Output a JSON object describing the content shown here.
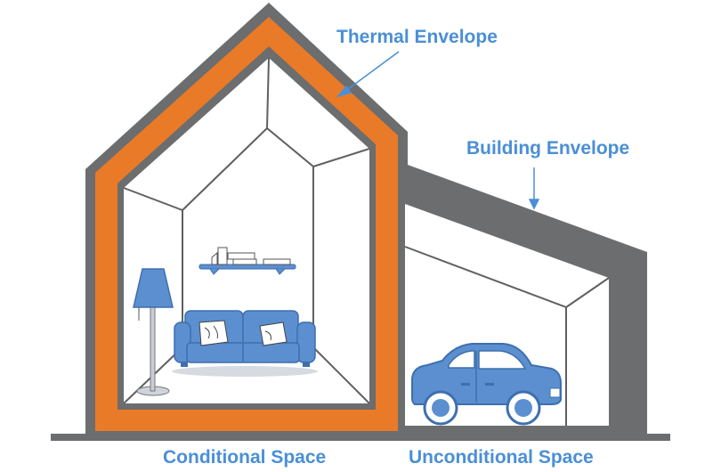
{
  "labels": {
    "thermal_envelope": "Thermal Envelope",
    "building_envelope": "Building Envelope",
    "conditional_space": "Conditional Space",
    "unconditional_space": "Unconditional Space"
  },
  "colors": {
    "building_envelope": "#6b6d6e",
    "thermal_envelope": "#e97a27",
    "label_text": "#4a8fd6",
    "furniture": "#5b8fd0",
    "line": "#5f6062"
  },
  "icons": [
    "floor-lamp-icon",
    "sofa-icon",
    "shelf-icon",
    "car-icon",
    "arrow-icon"
  ]
}
